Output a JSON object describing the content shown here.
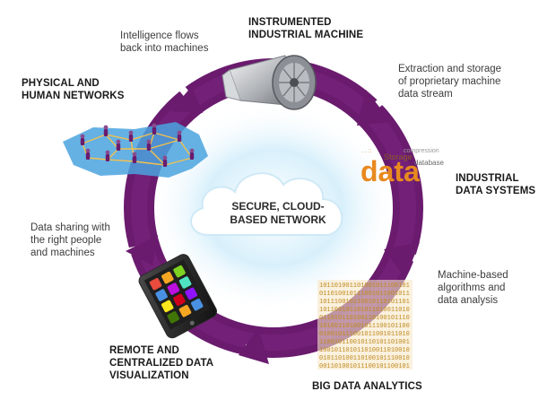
{
  "colors": {
    "ring": "#6a1b6e",
    "ring_dark": "#4a0f50",
    "cloud_glow": "#8fd0ef",
    "data_orange": "#e88a1f",
    "map_blue": "#4aa3df",
    "network_line": "#f2c14e"
  },
  "center": {
    "label": "SECURE, CLOUD-\nBASED NETWORK"
  },
  "stages": [
    {
      "heading": "INSTRUMENTED\nINDUSTRIAL MACHINE",
      "icon": "jet-engine-icon"
    },
    {
      "heading": "INDUSTRIAL\nDATA SYSTEMS",
      "icon": "data-word-cloud-icon"
    },
    {
      "heading": "BIG DATA ANALYTICS",
      "icon": "binary-data-icon"
    },
    {
      "heading": "REMOTE AND\nCENTRALIZED DATA\nVISUALIZATION",
      "icon": "smartphone-icon"
    },
    {
      "heading": "PHYSICAL AND\nHUMAN NETWORKS",
      "icon": "people-network-map-icon"
    }
  ],
  "transitions": [
    {
      "text": "Extraction and storage\nof proprietary machine\ndata stream"
    },
    {
      "text": "Machine-based\nalgorithms and\ndata analysis"
    },
    {
      "text": "Data sharing with\nthe right people\nand machines"
    },
    {
      "text": "Intelligence flows\nback into machines"
    }
  ],
  "data_cloud_words": [
    "data",
    "Storage",
    "database",
    "compression"
  ],
  "binary_text": "1011 0100 1101 0010 1110 0101 1001 0110"
}
